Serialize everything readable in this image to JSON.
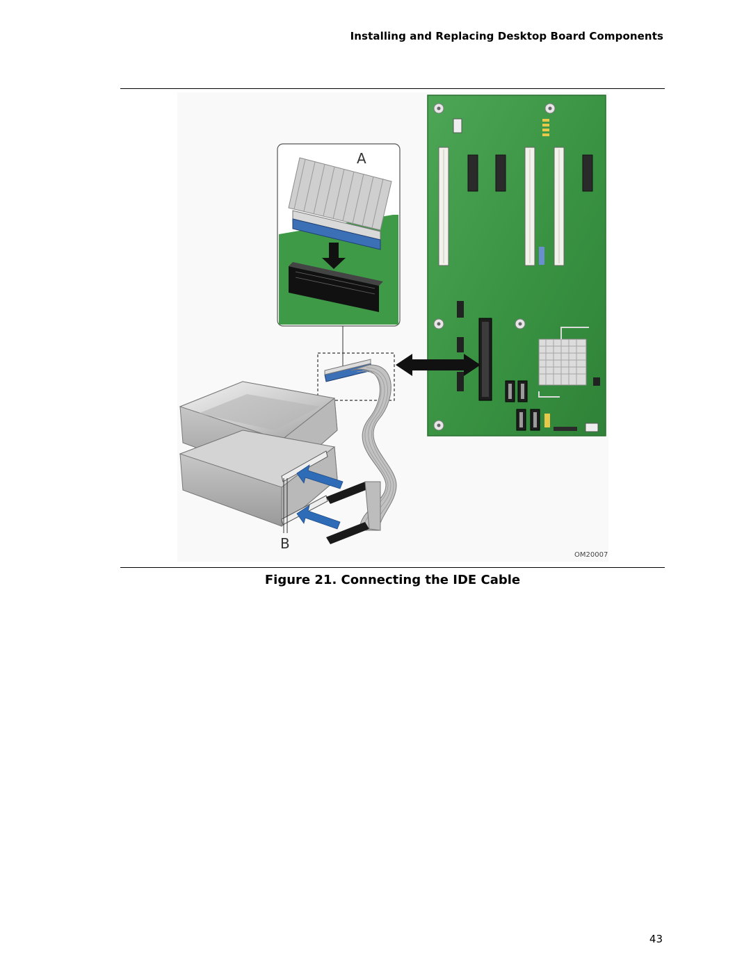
{
  "header": {
    "running_title": "Installing and Replacing Desktop Board Components"
  },
  "figure": {
    "callout_a": "A",
    "callout_b": "B",
    "drawing_id": "OM20007",
    "caption": "Figure 21.  Connecting the IDE Cable"
  },
  "footer": {
    "page_number": "43"
  },
  "colors": {
    "board_green": "#3f9a48",
    "connector_blue": "#3b6fb6",
    "arrow_blue": "#2f6cb8",
    "cable_gray": "#b8b8b8",
    "drive_gray": "#c9c9c9"
  }
}
